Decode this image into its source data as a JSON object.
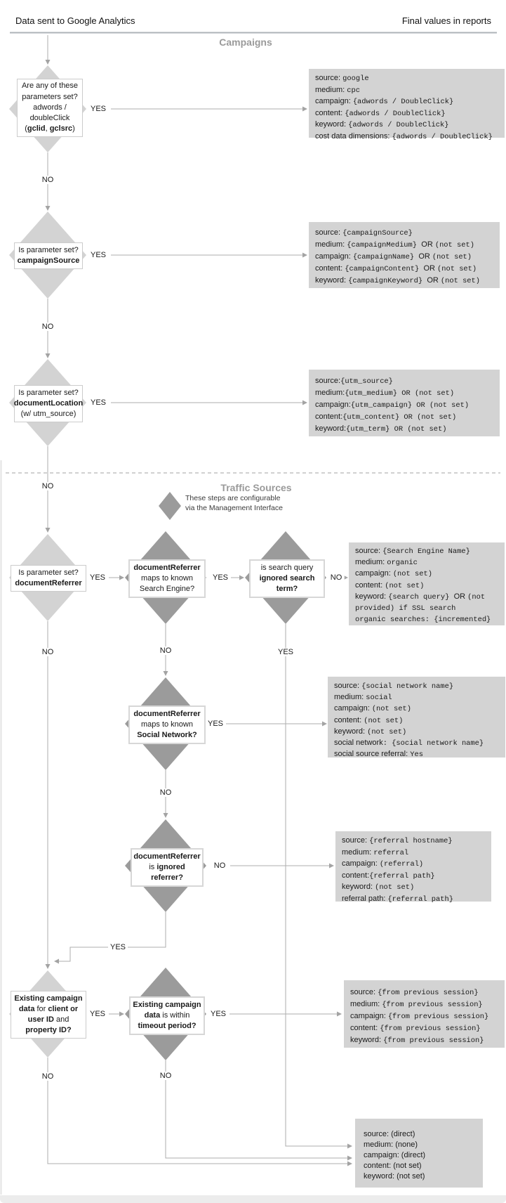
{
  "colors": {
    "diamond_light": "#d3d3d3",
    "diamond_dark": "#9b9b9b",
    "result_box_bg": "#d3d3d3",
    "wire": "#adadad",
    "section_title": "#9a9a9a"
  },
  "header": {
    "left": "Data sent to Google Analytics",
    "right": "Final values in reports"
  },
  "sections": {
    "campaigns": "Campaigns",
    "traffic": "Traffic Sources"
  },
  "legend": {
    "lines": [
      "These steps are configurable",
      "via the Management Interface"
    ]
  },
  "labels": {
    "yes": "YES",
    "no": "NO"
  },
  "diamonds": {
    "adwords": [
      [
        {
          "t": "Are any of these"
        }
      ],
      [
        {
          "t": "parameters set?"
        }
      ],
      [
        {
          "t": "adwords /"
        }
      ],
      [
        {
          "t": "doubleClick"
        }
      ],
      [
        {
          "t": "("
        },
        {
          "t": "gclid",
          "b": true
        },
        {
          "t": ", "
        },
        {
          "t": "gclsrc",
          "b": true
        },
        {
          "t": ")"
        }
      ]
    ],
    "campaign_source": [
      [
        {
          "t": "Is parameter set?"
        }
      ],
      [
        {
          "t": "campaignSource",
          "b": true
        }
      ]
    ],
    "document_location": [
      [
        {
          "t": "Is parameter set?"
        }
      ],
      [
        {
          "t": "documentLocation",
          "b": true
        }
      ],
      [
        {
          "t": "(w/ utm_source)"
        }
      ]
    ],
    "document_referrer": [
      [
        {
          "t": "Is parameter set?"
        }
      ],
      [
        {
          "t": "documentReferrer",
          "b": true
        }
      ]
    ],
    "search_engine": [
      [
        {
          "t": "documentReferrer",
          "b": true
        }
      ],
      [
        {
          "t": "maps to known"
        }
      ],
      [
        {
          "t": "Search Engine?"
        }
      ]
    ],
    "ignored_search_term": [
      [
        {
          "t": "is search query"
        }
      ],
      [
        {
          "t": "ignored search",
          "b": true
        }
      ],
      [
        {
          "t": "term?",
          "b": true
        }
      ]
    ],
    "social_network": [
      [
        {
          "t": "documentReferrer",
          "b": true
        }
      ],
      [
        {
          "t": "maps to known"
        }
      ],
      [
        {
          "t": "Social Network?",
          "b": true
        }
      ]
    ],
    "ignored_referrer": [
      [
        {
          "t": "documentReferrer",
          "b": true
        }
      ],
      [
        {
          "t": "is "
        },
        {
          "t": "ignored",
          "b": true
        }
      ],
      [
        {
          "t": "referrer?",
          "b": true
        }
      ]
    ],
    "existing_campaign": [
      [
        {
          "t": "Existing campaign",
          "b": true
        }
      ],
      [
        {
          "t": "data",
          "b": true
        },
        {
          "t": " for "
        },
        {
          "t": "client or",
          "b": true
        }
      ],
      [
        {
          "t": "user ID",
          "b": true
        },
        {
          "t": " and"
        }
      ],
      [
        {
          "t": "property ID?",
          "b": true
        }
      ]
    ],
    "timeout_period": [
      [
        {
          "t": "Existing campaign",
          "b": true
        }
      ],
      [
        {
          "t": "data",
          "b": true
        },
        {
          "t": " is within"
        }
      ],
      [
        {
          "t": "timeout period?",
          "b": true
        }
      ]
    ]
  },
  "boxes": {
    "adwords": [
      [
        {
          "t": "source: "
        },
        {
          "t": "google",
          "m": true
        }
      ],
      [
        {
          "t": "medium: "
        },
        {
          "t": "cpc",
          "m": true
        }
      ],
      [
        {
          "t": "campaign: "
        },
        {
          "t": "{adwords / DoubleClick}",
          "m": true
        }
      ],
      [
        {
          "t": "content: "
        },
        {
          "t": "{adwords / DoubleClick}",
          "m": true
        }
      ],
      [
        {
          "t": "keyword: "
        },
        {
          "t": "{adwords / DoubleClick}",
          "m": true
        }
      ],
      [
        {
          "t": "cost data dimensions: "
        },
        {
          "t": "{adwords / DoubleClick}",
          "m": true
        }
      ]
    ],
    "campaign_params": [
      [
        {
          "t": "source: "
        },
        {
          "t": "{campaignSource}",
          "m": true
        }
      ],
      [
        {
          "t": "medium: "
        },
        {
          "t": "{campaignMedium} ",
          "m": true
        },
        {
          "t": "OR "
        },
        {
          "t": "(not set)",
          "m": true
        }
      ],
      [
        {
          "t": "campaign: "
        },
        {
          "t": "{campaignName} ",
          "m": true
        },
        {
          "t": "OR "
        },
        {
          "t": "(not set)",
          "m": true
        }
      ],
      [
        {
          "t": "content: "
        },
        {
          "t": "{campaignContent} ",
          "m": true
        },
        {
          "t": "OR "
        },
        {
          "t": "(not set)",
          "m": true
        }
      ],
      [
        {
          "t": "keyword: "
        },
        {
          "t": "{campaignKeyword} ",
          "m": true
        },
        {
          "t": "OR "
        },
        {
          "t": "(not set)",
          "m": true
        }
      ]
    ],
    "utm_params": [
      [
        {
          "t": "source:"
        },
        {
          "t": "{utm_source}",
          "m": true
        }
      ],
      [
        {
          "t": "medium:"
        },
        {
          "t": "{utm_medium} OR (not set)",
          "m": true
        }
      ],
      [
        {
          "t": "campaign:"
        },
        {
          "t": "{utm_campaign} OR (not set)",
          "m": true
        }
      ],
      [
        {
          "t": "content:"
        },
        {
          "t": "{utm_content} OR (not set)",
          "m": true
        }
      ],
      [
        {
          "t": "keyword:"
        },
        {
          "t": "{utm_term} OR (not set)",
          "m": true
        }
      ]
    ],
    "organic": [
      [
        {
          "t": "source: "
        },
        {
          "t": "{Search Engine Name}",
          "m": true
        }
      ],
      [
        {
          "t": "medium: "
        },
        {
          "t": "organic",
          "m": true
        }
      ],
      [
        {
          "t": "campaign: "
        },
        {
          "t": "(not set)",
          "m": true
        }
      ],
      [
        {
          "t": "content: "
        },
        {
          "t": "(not set)",
          "m": true
        }
      ],
      [
        {
          "t": "keyword: "
        },
        {
          "t": "{search query} ",
          "m": true
        },
        {
          "t": "OR "
        },
        {
          "t": "(not",
          "m": true
        }
      ],
      [
        {
          "t": "provided) if SSL search",
          "m": true
        }
      ],
      [
        {
          "t": "organic searches: {incremented}",
          "m": true
        }
      ]
    ],
    "social": [
      [
        {
          "t": "source: "
        },
        {
          "t": "{social network name}",
          "m": true
        }
      ],
      [
        {
          "t": "medium: "
        },
        {
          "t": "social",
          "m": true
        }
      ],
      [
        {
          "t": "campaign: "
        },
        {
          "t": "(not set)",
          "m": true
        }
      ],
      [
        {
          "t": "content: "
        },
        {
          "t": "(not set)",
          "m": true
        }
      ],
      [
        {
          "t": "keyword: "
        },
        {
          "t": "(not set)",
          "m": true
        }
      ],
      [
        {
          "t": "social network"
        },
        {
          "t": ": {social network name}",
          "m": true
        }
      ],
      [
        {
          "t": "social source referral: "
        },
        {
          "t": "Yes",
          "m": true
        }
      ]
    ],
    "referral": [
      [
        {
          "t": "source: "
        },
        {
          "t": "{referral hostname}",
          "m": true
        }
      ],
      [
        {
          "t": "medium: "
        },
        {
          "t": "referral",
          "m": true
        }
      ],
      [
        {
          "t": "campaign: "
        },
        {
          "t": "(referral)",
          "m": true
        }
      ],
      [
        {
          "t": "content:"
        },
        {
          "t": "{referral path}",
          "m": true
        }
      ],
      [
        {
          "t": "keyword: "
        },
        {
          "t": "(not set)",
          "m": true
        }
      ],
      [
        {
          "t": "referral path: "
        },
        {
          "t": "{referral path}",
          "m": true
        }
      ]
    ],
    "previous_session": [
      [
        {
          "t": "source: "
        },
        {
          "t": "{from previous session}",
          "m": true
        }
      ],
      [
        {
          "t": "medium: "
        },
        {
          "t": "{from previous session}",
          "m": true
        }
      ],
      [
        {
          "t": "campaign: "
        },
        {
          "t": "{from previous session}",
          "m": true
        }
      ],
      [
        {
          "t": "content: "
        },
        {
          "t": "{from previous session}",
          "m": true
        }
      ],
      [
        {
          "t": "keyword: "
        },
        {
          "t": "{from previous session}",
          "m": true
        }
      ]
    ],
    "direct": [
      [
        {
          "t": "source: (direct)"
        }
      ],
      [
        {
          "t": "medium: (none)"
        }
      ],
      [
        {
          "t": "campaign: (direct)"
        }
      ],
      [
        {
          "t": "content: (not set)"
        }
      ],
      [
        {
          "t": "keyword: (not set)"
        }
      ]
    ]
  }
}
